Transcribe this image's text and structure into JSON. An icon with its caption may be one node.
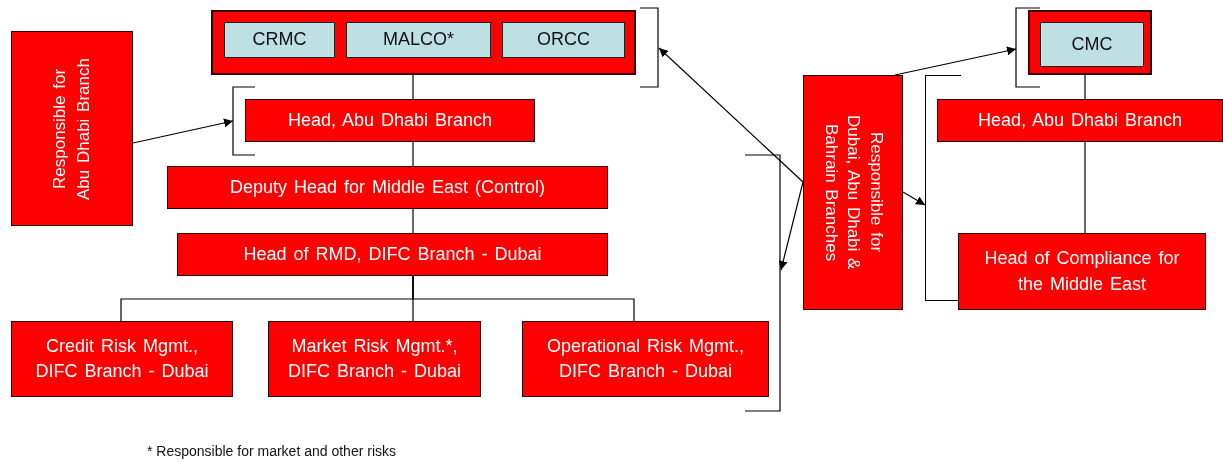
{
  "diagram": {
    "nodes": [
      {
        "text": [],
        "shape": "box"
      },
      {
        "text": [
          "CRMC"
        ],
        "in": 0
      },
      {
        "text": [
          "MALCO*"
        ],
        "in": 0
      },
      {
        "text": [
          "ORCC"
        ],
        "in": 0
      },
      {
        "text": [
          "Responsible for Abu Dhabi Branch"
        ]
      },
      {
        "text": [
          "Head, Abu Dhabi Branch"
        ]
      },
      {
        "text": [
          "Deputy Head for Middle East (Control)"
        ]
      },
      {
        "text": [
          "Head of RMD, DIFC Branch - Dubai"
        ]
      },
      {
        "text": [
          "Credit Risk Mgmt., DIFC Branch - Dubai"
        ]
      },
      {
        "text": [
          "Market Risk Mgmt.*, DIFC Branch - Dubai"
        ]
      },
      {
        "text": [
          "Operational Risk Mgmt., DIFC Branch - Dubai"
        ]
      },
      {
        "text": [
          "Responsible for Dubai, Abu Dhabi & Bahrain Branches"
        ]
      },
      {
        "text": [],
        "shape": "box"
      },
      {
        "text": [
          "CMC"
        ],
        "in": 12
      },
      {
        "text": [
          "Head, Abu Dhabi Branch"
        ]
      },
      {
        "text": [
          "Head of Compliance for the Middle East"
        ]
      },
      {
        "text": [],
        "shape": "bracket"
      }
    ],
    "edges": [
      {
        "from": 0,
        "to": 5,
        "arrow": "none"
      },
      {
        "from": 5,
        "to": 6,
        "arrow": "none"
      },
      {
        "from": 6,
        "to": 7,
        "arrow": "none"
      },
      {
        "from": 7,
        "to": 8,
        "arrow": "none"
      },
      {
        "from": 7,
        "to": 9,
        "arrow": "none"
      },
      {
        "from": 7,
        "to": 10,
        "arrow": "none"
      },
      {
        "from": 12,
        "to": 14,
        "arrow": "none"
      },
      {
        "from": 14,
        "to": 15,
        "arrow": "none"
      },
      {
        "from": 4,
        "to": 5,
        "arrow": "to"
      },
      {
        "from": 11,
        "to": 0,
        "arrow": "to"
      },
      {
        "from": 11,
        "to": 10,
        "arrow": "to"
      },
      {
        "from": 11,
        "to": 12,
        "arrow": "to"
      },
      {
        "from": 11,
        "to": 16,
        "arrow": "to"
      }
    ],
    "labels": [
      "* Responsible for market and other risks"
    ]
  }
}
